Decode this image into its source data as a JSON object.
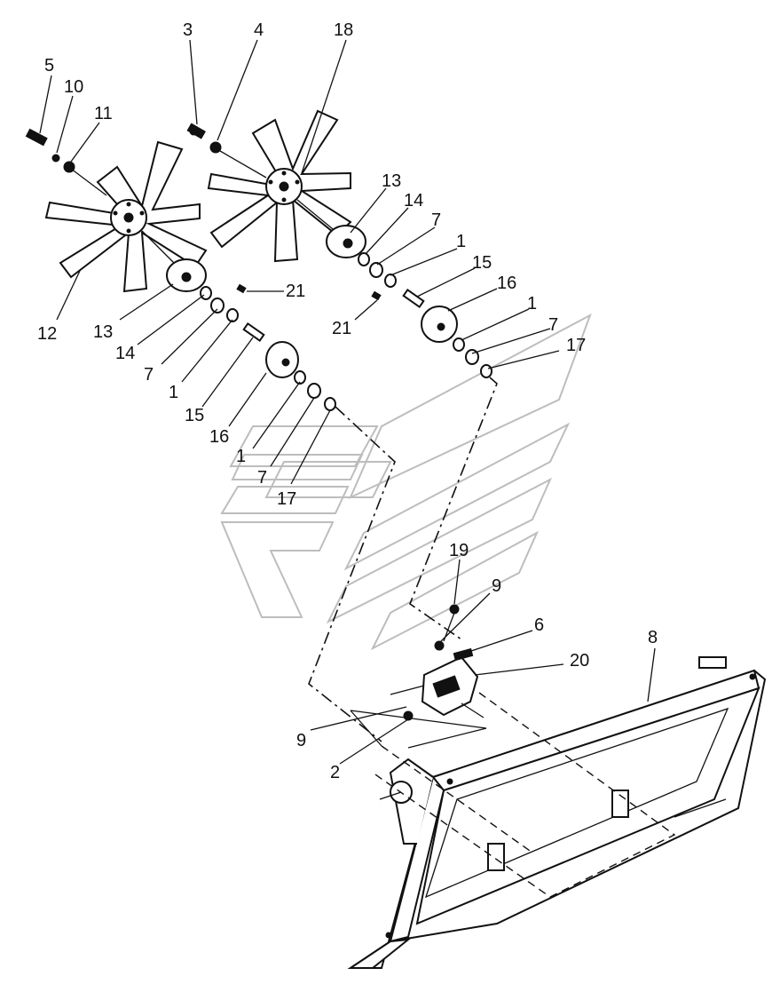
{
  "callouts": [
    {
      "id": "c5a",
      "text": "5"
    },
    {
      "id": "c10a",
      "text": "10"
    },
    {
      "id": "c11a",
      "text": "11"
    },
    {
      "id": "c3a",
      "text": "3"
    },
    {
      "id": "c4a",
      "text": "4"
    },
    {
      "id": "c18a",
      "text": "18"
    },
    {
      "id": "c13a",
      "text": "13"
    },
    {
      "id": "c14a",
      "text": "14"
    },
    {
      "id": "c7a",
      "text": "7"
    },
    {
      "id": "c1a",
      "text": "1"
    },
    {
      "id": "c15a",
      "text": "15"
    },
    {
      "id": "c16a",
      "text": "16"
    },
    {
      "id": "c21a",
      "text": "21"
    },
    {
      "id": "c21b",
      "text": "21"
    },
    {
      "id": "c1b",
      "text": "1"
    },
    {
      "id": "c7b",
      "text": "7"
    },
    {
      "id": "c17a",
      "text": "17"
    },
    {
      "id": "c12a",
      "text": "12"
    },
    {
      "id": "c13b",
      "text": "13"
    },
    {
      "id": "c14b",
      "text": "14"
    },
    {
      "id": "c7c",
      "text": "7"
    },
    {
      "id": "c1c",
      "text": "1"
    },
    {
      "id": "c15b",
      "text": "15"
    },
    {
      "id": "c16b",
      "text": "16"
    },
    {
      "id": "c1d",
      "text": "1"
    },
    {
      "id": "c7d",
      "text": "7"
    },
    {
      "id": "c17b",
      "text": "17"
    },
    {
      "id": "c19a",
      "text": "19"
    },
    {
      "id": "c9a",
      "text": "9"
    },
    {
      "id": "c6a",
      "text": "6"
    },
    {
      "id": "c20a",
      "text": "20"
    },
    {
      "id": "c8a",
      "text": "8"
    },
    {
      "id": "c9b",
      "text": "9"
    },
    {
      "id": "c2a",
      "text": "2"
    }
  ]
}
